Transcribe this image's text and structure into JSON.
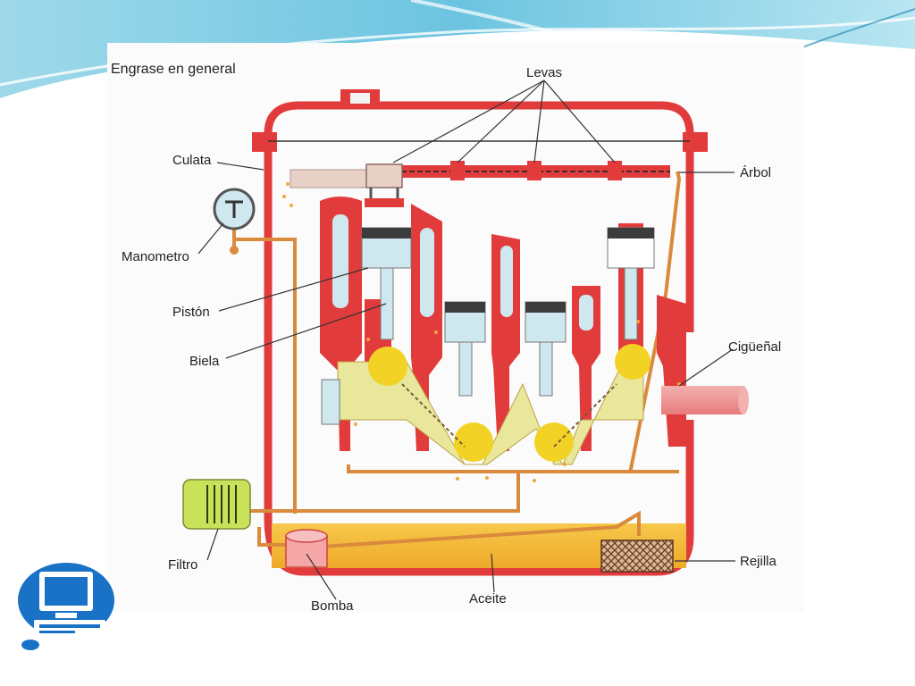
{
  "diagram": {
    "title": "Engrase en general",
    "labels": {
      "levas": "Levas",
      "culata": "Culata",
      "arbol": "Árbol",
      "manometro": "Manometro",
      "piston": "Pistón",
      "biela": "Biela",
      "ciguenal": "Cigüeñal",
      "filtro": "Filtro",
      "bomba": "Bomba",
      "aceite": "Aceite",
      "rejilla": "Rejilla"
    }
  },
  "colors": {
    "slide_accent": "#4fb6d8",
    "engine_red": "#e23b3b",
    "oil_yellow": "#f2b731",
    "oil_line": "#d98a3c",
    "piston_blue": "#cfe7ee",
    "computer_icon": "#1a72c6"
  }
}
